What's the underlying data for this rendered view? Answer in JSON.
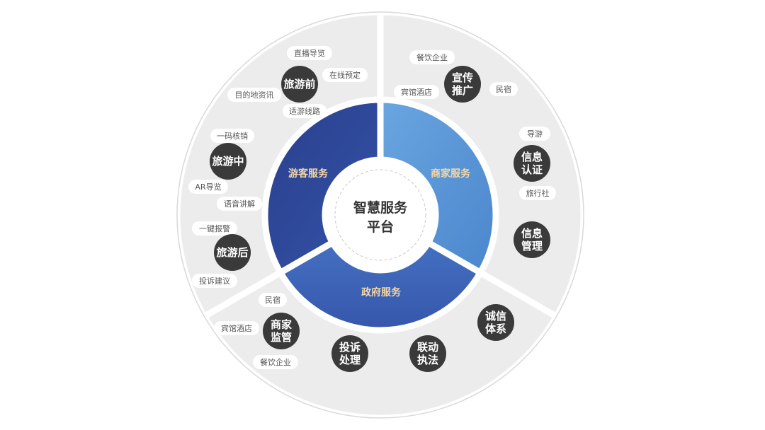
{
  "center": {
    "line1": "智慧服务",
    "line2": "平台"
  },
  "segments": {
    "tourist": "游客服务",
    "merchant": "商家服务",
    "government": "政府服务"
  },
  "colors": {
    "tourist": "#2c4696",
    "merchant": "#5b93d3",
    "government": "#3b63b5",
    "outer_ring": "#ececec",
    "pill": "#ffffff",
    "dark_node": "#3a3a3a"
  },
  "nodes": {
    "before_trip": "旅游前",
    "during_trip": "旅游中",
    "after_trip": "旅游后",
    "promotion": "宣传\n推广",
    "info_cert": "信息\n认证",
    "info_mgmt": "信息\n管理",
    "merchant_supervision": "商家\n监管",
    "complaint_handling": "投诉\n处理",
    "joint_enforcement": "联动\n执法",
    "credit_system": "诚信\n体系"
  },
  "pills": {
    "live_tour": "直播导览",
    "online_booking": "在线预定",
    "destination_info": "目的地资讯",
    "tour_route": "适游线路",
    "code_verify": "一码核销",
    "ar_guide": "AR导览",
    "voice_guide": "语音讲解",
    "one_key_alarm": "一键报警",
    "complaint_suggest": "投诉建议",
    "catering_m": "餐饮企业",
    "hotel_m": "宾馆酒店",
    "homestay_m": "民宿",
    "guide": "导游",
    "travel_agency": "旅行社",
    "homestay_g": "民宿",
    "hotel_g": "宾馆酒店",
    "catering_g": "餐饮企业"
  }
}
